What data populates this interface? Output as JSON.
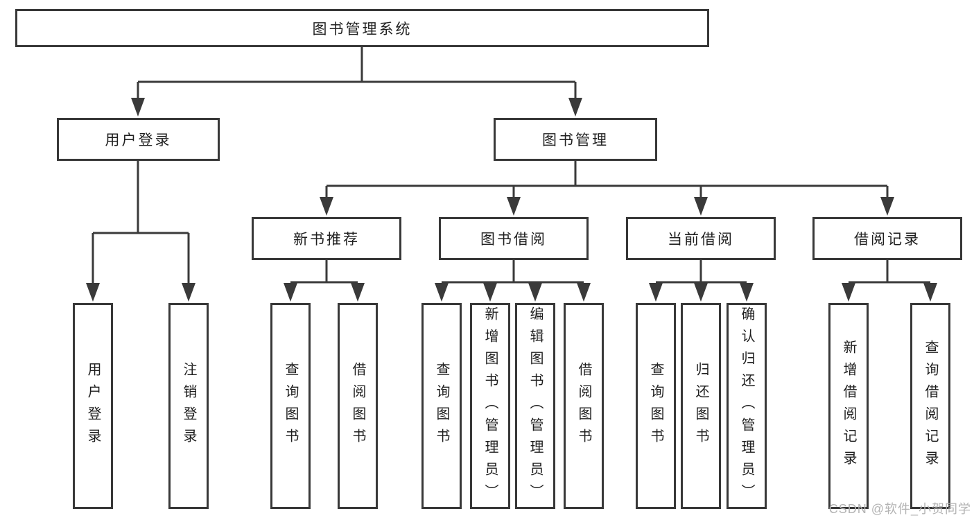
{
  "colors": {
    "line": "#3a3a3a",
    "node_border": "#383838",
    "node_background": "#ffffff",
    "text": "#1f1f1f",
    "watermark": "#b3b3b3"
  },
  "tree": {
    "root": {
      "label": "图书管理系统"
    },
    "branches": [
      {
        "label": "用户登录",
        "children": [
          {
            "label": "用户登录"
          },
          {
            "label": "注销登录"
          }
        ]
      },
      {
        "label": "图书管理",
        "children": [
          {
            "label": "新书推荐",
            "children": [
              {
                "label": "查询图书"
              },
              {
                "label": "借阅图书"
              }
            ]
          },
          {
            "label": "图书借阅",
            "children": [
              {
                "label": "查询图书"
              },
              {
                "label": "新增图书（管理员）"
              },
              {
                "label": "编辑图书（管理员）"
              },
              {
                "label": "借阅图书"
              }
            ]
          },
          {
            "label": "当前借阅",
            "children": [
              {
                "label": "查询图书"
              },
              {
                "label": "归还图书"
              },
              {
                "label": "确认归还（管理员）"
              }
            ]
          },
          {
            "label": "借阅记录",
            "children": [
              {
                "label": "新增借阅记录"
              },
              {
                "label": "查询借阅记录"
              }
            ]
          }
        ]
      }
    ]
  },
  "watermark": {
    "text": "CSDN @软件_小贺同学"
  }
}
